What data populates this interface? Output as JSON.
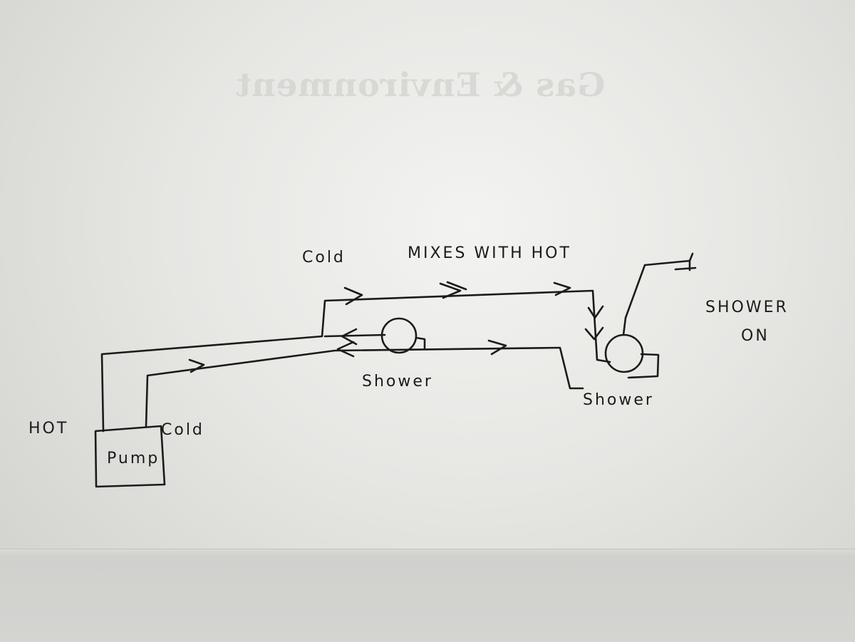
{
  "diagram": {
    "labels": {
      "hot": "HOT",
      "cold_pump": "Cold",
      "pump": "Pump",
      "cold_top": "Cold",
      "mixes": "MIXES WITH HOT",
      "shower_middle": "Shower",
      "shower_right": "Shower",
      "shower_on_1": "SHOWER",
      "shower_on_2": "ON"
    },
    "background_text": "Gas & Environment",
    "colors": {
      "ink": "#1b1b1b",
      "paper": "#ecece9"
    }
  }
}
